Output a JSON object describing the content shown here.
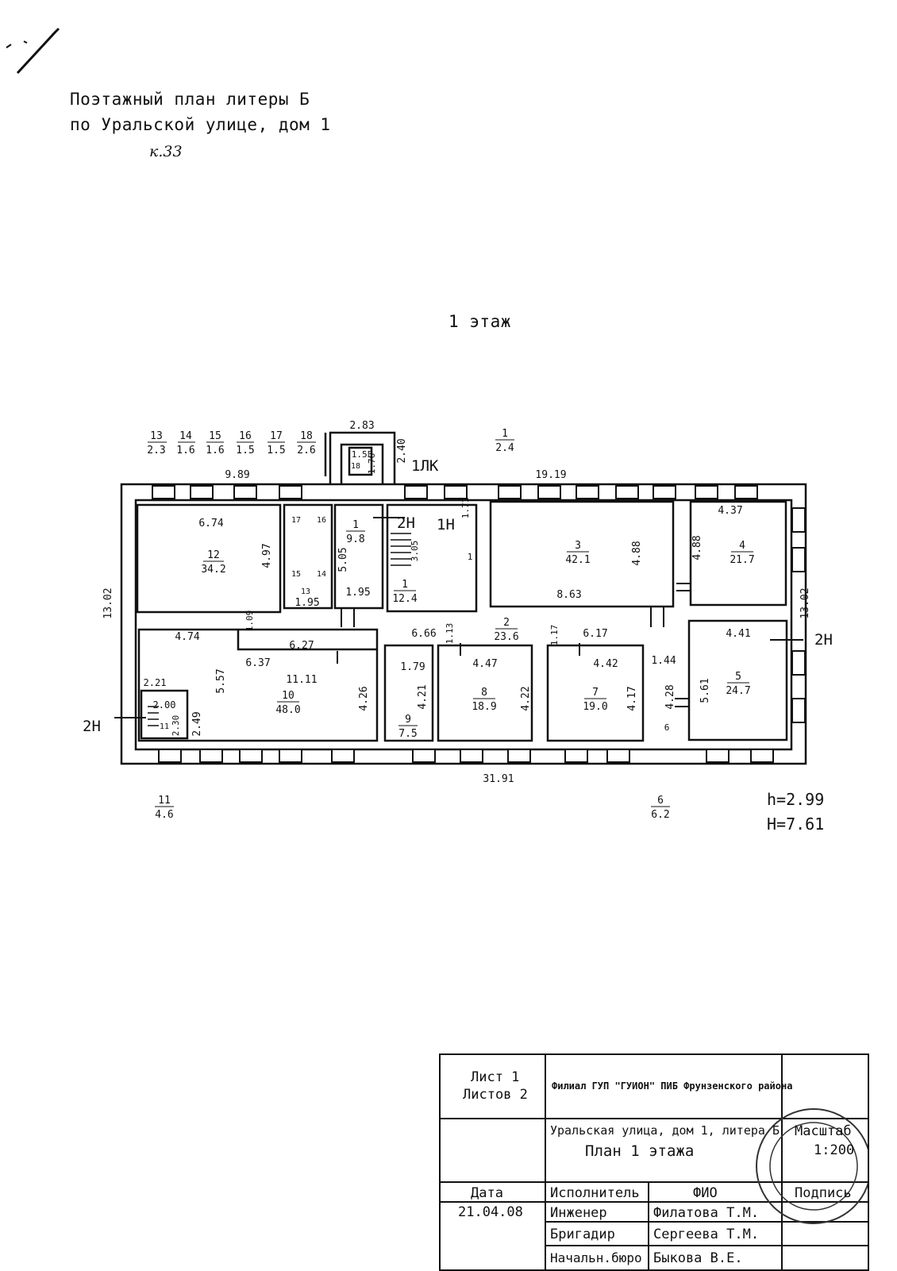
{
  "header": {
    "title_line1": "Поэтажный план литеры Б",
    "title_line2": "по Уральской улице, дом 1",
    "note": "к.33"
  },
  "floor_label": "1 этаж",
  "outdoor_rooms": [
    {
      "n": "13",
      "a": "2.3"
    },
    {
      "n": "14",
      "a": "1.6"
    },
    {
      "n": "15",
      "a": "1.6"
    },
    {
      "n": "16",
      "a": "1.5"
    },
    {
      "n": "17",
      "a": "1.5"
    },
    {
      "n": "18",
      "a": "2.6"
    },
    {
      "n": "1",
      "a": "2.4"
    },
    {
      "n": "11",
      "a": "4.6"
    },
    {
      "n": "6",
      "a": "6.2"
    }
  ],
  "rooms": [
    {
      "n": "12",
      "a": "34.2"
    },
    {
      "n": "1",
      "a": "9.8"
    },
    {
      "n": "1",
      "a": "12.4"
    },
    {
      "n": "3",
      "a": "42.1"
    },
    {
      "n": "4",
      "a": "21.7"
    },
    {
      "n": "2",
      "a": "23.6"
    },
    {
      "n": "10",
      "a": "48.0"
    },
    {
      "n": "9",
      "a": "7.5"
    },
    {
      "n": "8",
      "a": "18.9"
    },
    {
      "n": "7",
      "a": "19.0"
    },
    {
      "n": "5",
      "a": "24.7"
    },
    {
      "n": "18",
      "a": ""
    },
    {
      "n": "17",
      "a": ""
    },
    {
      "n": "16",
      "a": ""
    },
    {
      "n": "15",
      "a": ""
    },
    {
      "n": "14",
      "a": ""
    },
    {
      "n": "13",
      "a": ""
    },
    {
      "n": "11",
      "a": ""
    },
    {
      "n": "6",
      "a": ""
    },
    {
      "n": "1",
      "a": ""
    }
  ],
  "dimensions": [
    "2.83",
    "2.40",
    "9.89",
    "19.19",
    "1.55",
    "1.76",
    "6.74",
    "4.97",
    "5.05",
    "1.95",
    "1.95",
    "1.71",
    "3.05",
    "4.37",
    "4.88",
    "4.88",
    "8.63",
    "13.02",
    "13.02",
    "4.74",
    "1.09",
    "6.27",
    "6.37",
    "6.66",
    "1.13",
    "1.17",
    "6.17",
    "4.41",
    "11.11",
    "2.21",
    "2.00",
    "5.57",
    "2.49",
    "2.30",
    "4.26",
    "1.79",
    "4.21",
    "4.47",
    "4.22",
    "4.42",
    "4.17",
    "1.44",
    "4.28",
    "5.61",
    "31.91"
  ],
  "entrances": [
    "1ЛК",
    "2Н",
    "1Н",
    "2Н",
    "2Н"
  ],
  "heights": {
    "h": "h=2.99",
    "H": "H=7.61"
  },
  "title_block": {
    "sheet": "Лист 1",
    "sheets": "Листов 2",
    "org": "Филиал ГУП \"ГУИОН\" ПИБ Фрунзенского района",
    "address": "Уральская улица, дом 1, литера Б",
    "plan": "План 1 этажа",
    "scale_label": "Масштаб",
    "scale": "1:200",
    "date_label": "Дата",
    "date": "21.04.08",
    "performer": "Исполнитель",
    "fio": "ФИО",
    "sign": "Подпись",
    "roles": [
      {
        "role": "Инженер",
        "name": "Филатова Т.М."
      },
      {
        "role": "Бригадир",
        "name": "Сергеева Т.М."
      },
      {
        "role": "Начальн.бюро",
        "name": "Быкова В.Е."
      }
    ]
  }
}
